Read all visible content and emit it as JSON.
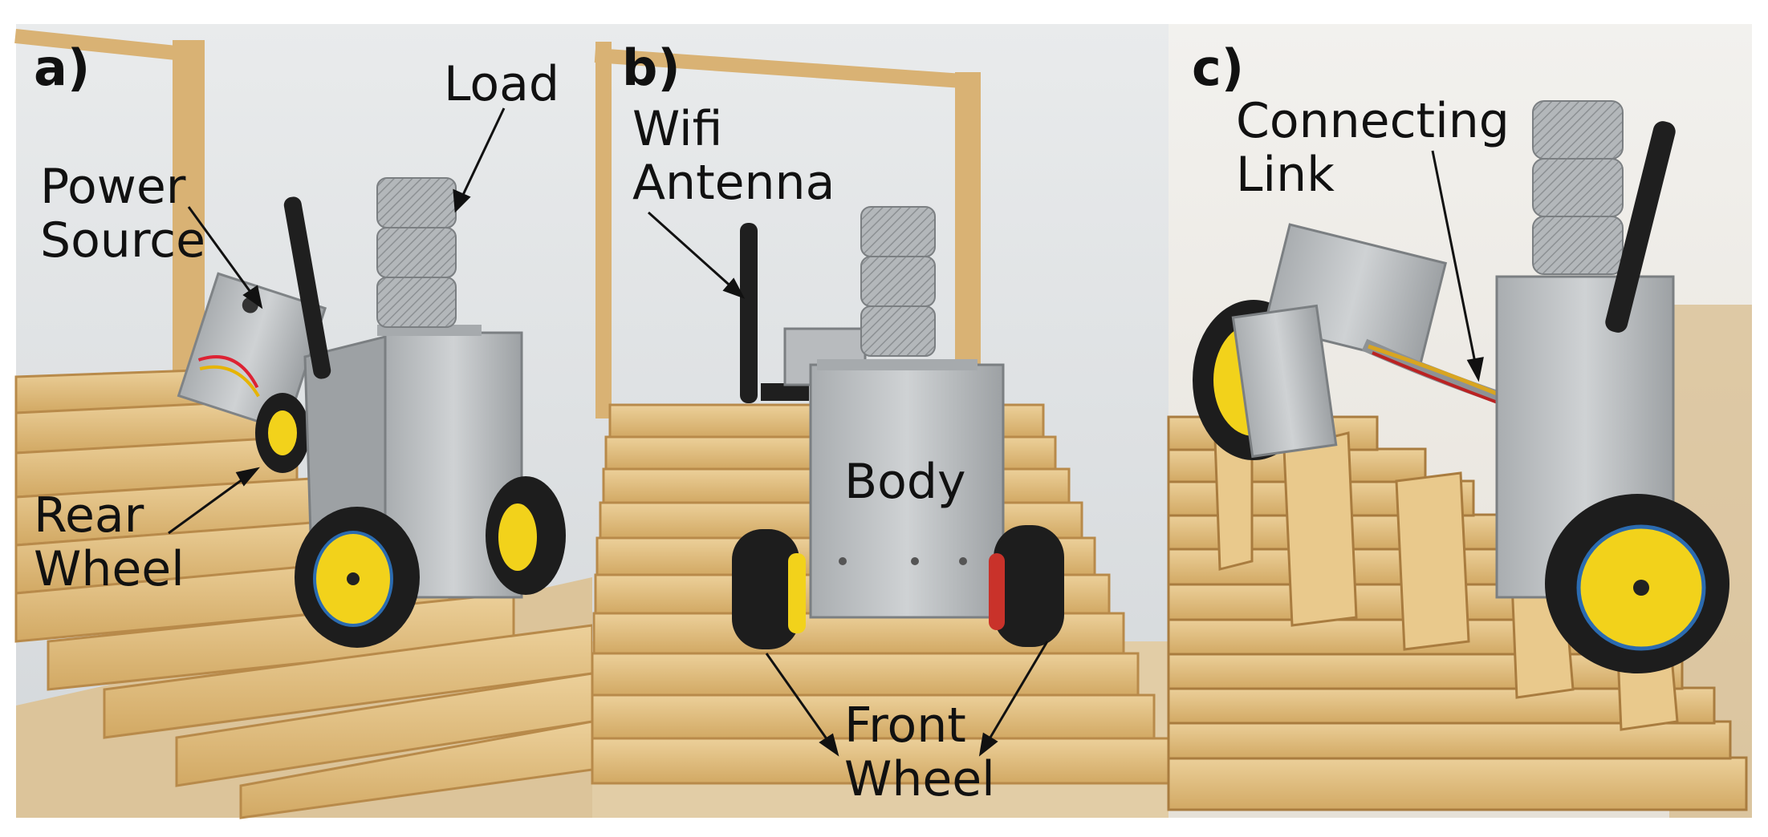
{
  "panels": [
    {
      "id": "a",
      "label": "a)"
    },
    {
      "id": "b",
      "label": "b)"
    },
    {
      "id": "c",
      "label": "c)"
    }
  ],
  "annotations": {
    "a": {
      "load": "Load",
      "power_source": "Power\nSource",
      "rear_wheel": "Rear\nWheel"
    },
    "b": {
      "wifi_antenna": "Wifi\nAntenna",
      "body": "Body",
      "front_wheel": "Front\nWheel"
    },
    "c": {
      "connecting_link": "Connecting\nLink"
    }
  },
  "colors": {
    "wall": "#dfe3e5",
    "wood_light": "#e8c98f",
    "wood_mid": "#d5ae6c",
    "wood_edge": "#b88a4a",
    "aluminum": "#b9bcbe",
    "aluminum_dark": "#8e9295",
    "tire": "#1d1d1d",
    "hub": "#f2d21b",
    "load_weight": "#a3a7aa"
  }
}
